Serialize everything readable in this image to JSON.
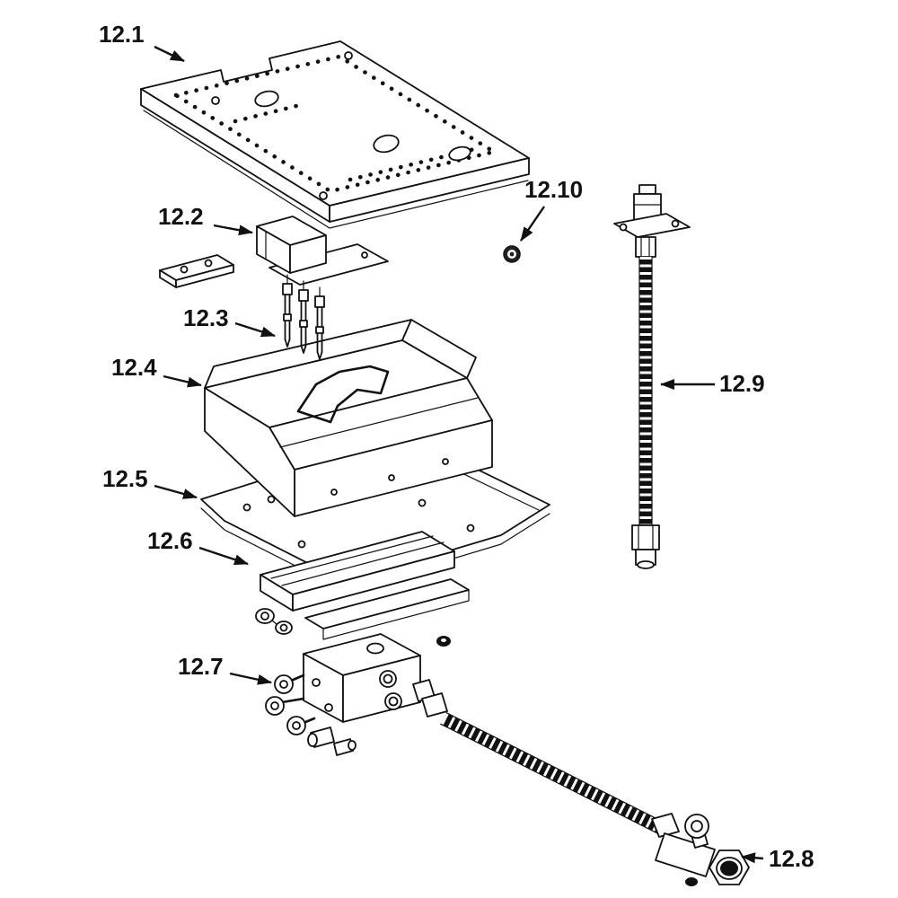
{
  "figure": {
    "kind": "exploded-parts-diagram",
    "colors": {
      "background": "#ffffff",
      "ink": "#111111"
    }
  },
  "callouts": [
    {
      "text": "12.1",
      "part": "top-plate"
    },
    {
      "text": "12.2",
      "part": "control-box"
    },
    {
      "text": "12.3",
      "part": "orifice-tubes"
    },
    {
      "text": "12.4",
      "part": "burner-housing"
    },
    {
      "text": "12.5",
      "part": "base-plate"
    },
    {
      "text": "12.6",
      "part": "support-bar"
    },
    {
      "text": "12.7",
      "part": "valve-manifold"
    },
    {
      "text": "12.8",
      "part": "hose-end-valve"
    },
    {
      "text": "12.9",
      "part": "flex-hose"
    },
    {
      "text": "12.10",
      "part": "nut"
    }
  ]
}
